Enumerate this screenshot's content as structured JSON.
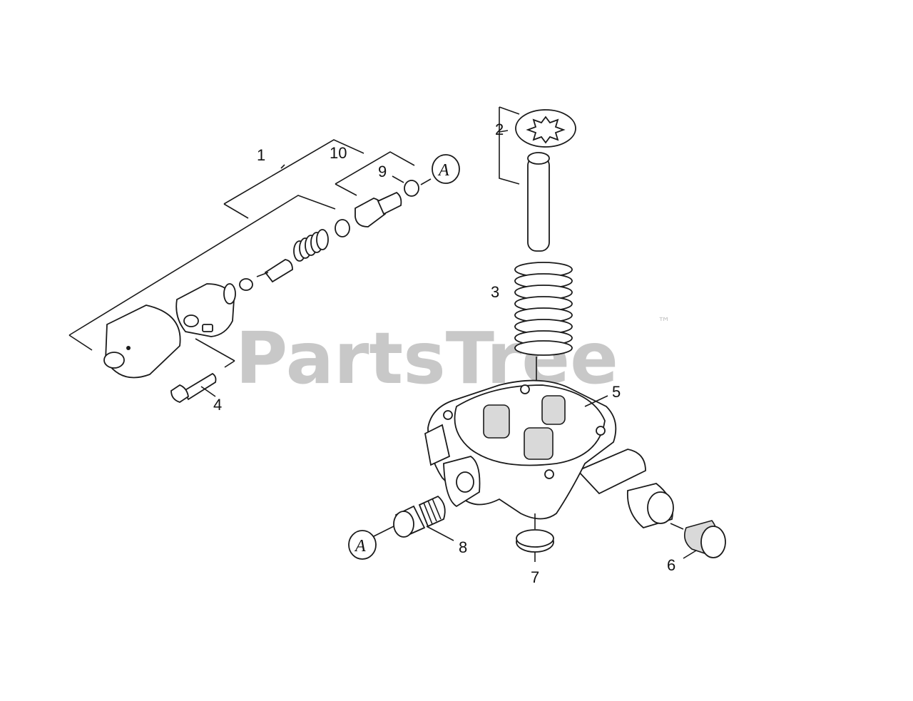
{
  "watermark": {
    "brand": "PartsTree",
    "trademark": "™"
  },
  "callouts": [
    "1",
    "2",
    "3",
    "4",
    "5",
    "6",
    "7",
    "8",
    "9",
    "10"
  ],
  "reference_marks": [
    "A",
    "A"
  ]
}
